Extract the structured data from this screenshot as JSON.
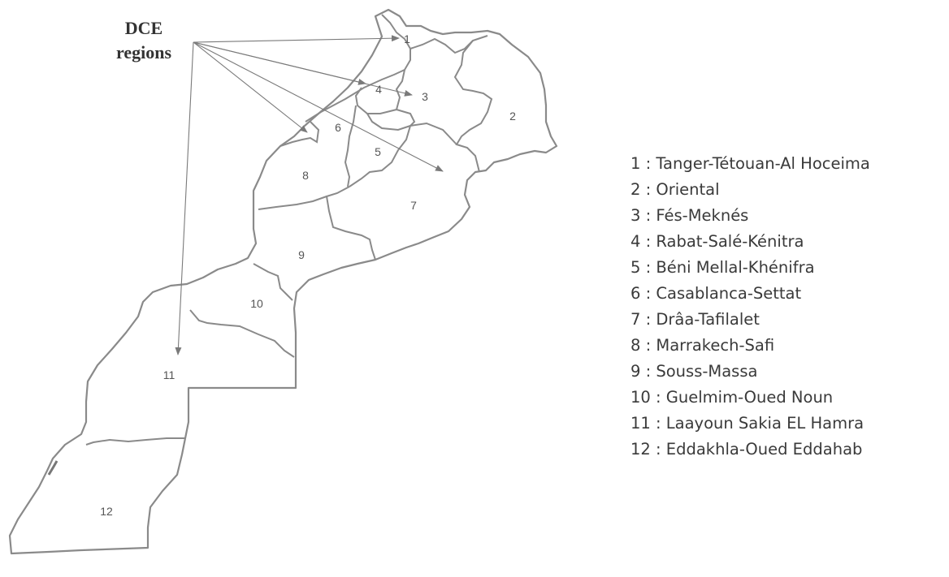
{
  "title": {
    "line1": "DCE",
    "line2": "regions"
  },
  "colors": {
    "border": "#8a8a8a",
    "arrow": "#7a7a7a",
    "text": "#3a3a3a"
  },
  "regions": [
    {
      "id": "1",
      "legend": "1 : Tanger-Tétouan-Al Hoceima"
    },
    {
      "id": "2",
      "legend": "2 :  Oriental"
    },
    {
      "id": "3",
      "legend": "3 : Fés-Meknés"
    },
    {
      "id": "4",
      "legend": "4 : Rabat-Salé-Kénitra"
    },
    {
      "id": "5",
      "legend": "5 : Béni Mellal-Khénifra"
    },
    {
      "id": "6",
      "legend": "6 : Casablanca-Settat"
    },
    {
      "id": "7",
      "legend": "7 : Drâa-Tafilalet"
    },
    {
      "id": "8",
      "legend": "8 : Marrakech-Safi"
    },
    {
      "id": "9",
      "legend": "9 :  Souss-Massa"
    },
    {
      "id": "10",
      "legend": "10 : Guelmim-Oued Noun"
    },
    {
      "id": "11",
      "legend": "11 : Laayoun Sakia EL Hamra"
    },
    {
      "id": "12",
      "legend": "12 : Eddakhla-Oued Eddahab"
    }
  ]
}
